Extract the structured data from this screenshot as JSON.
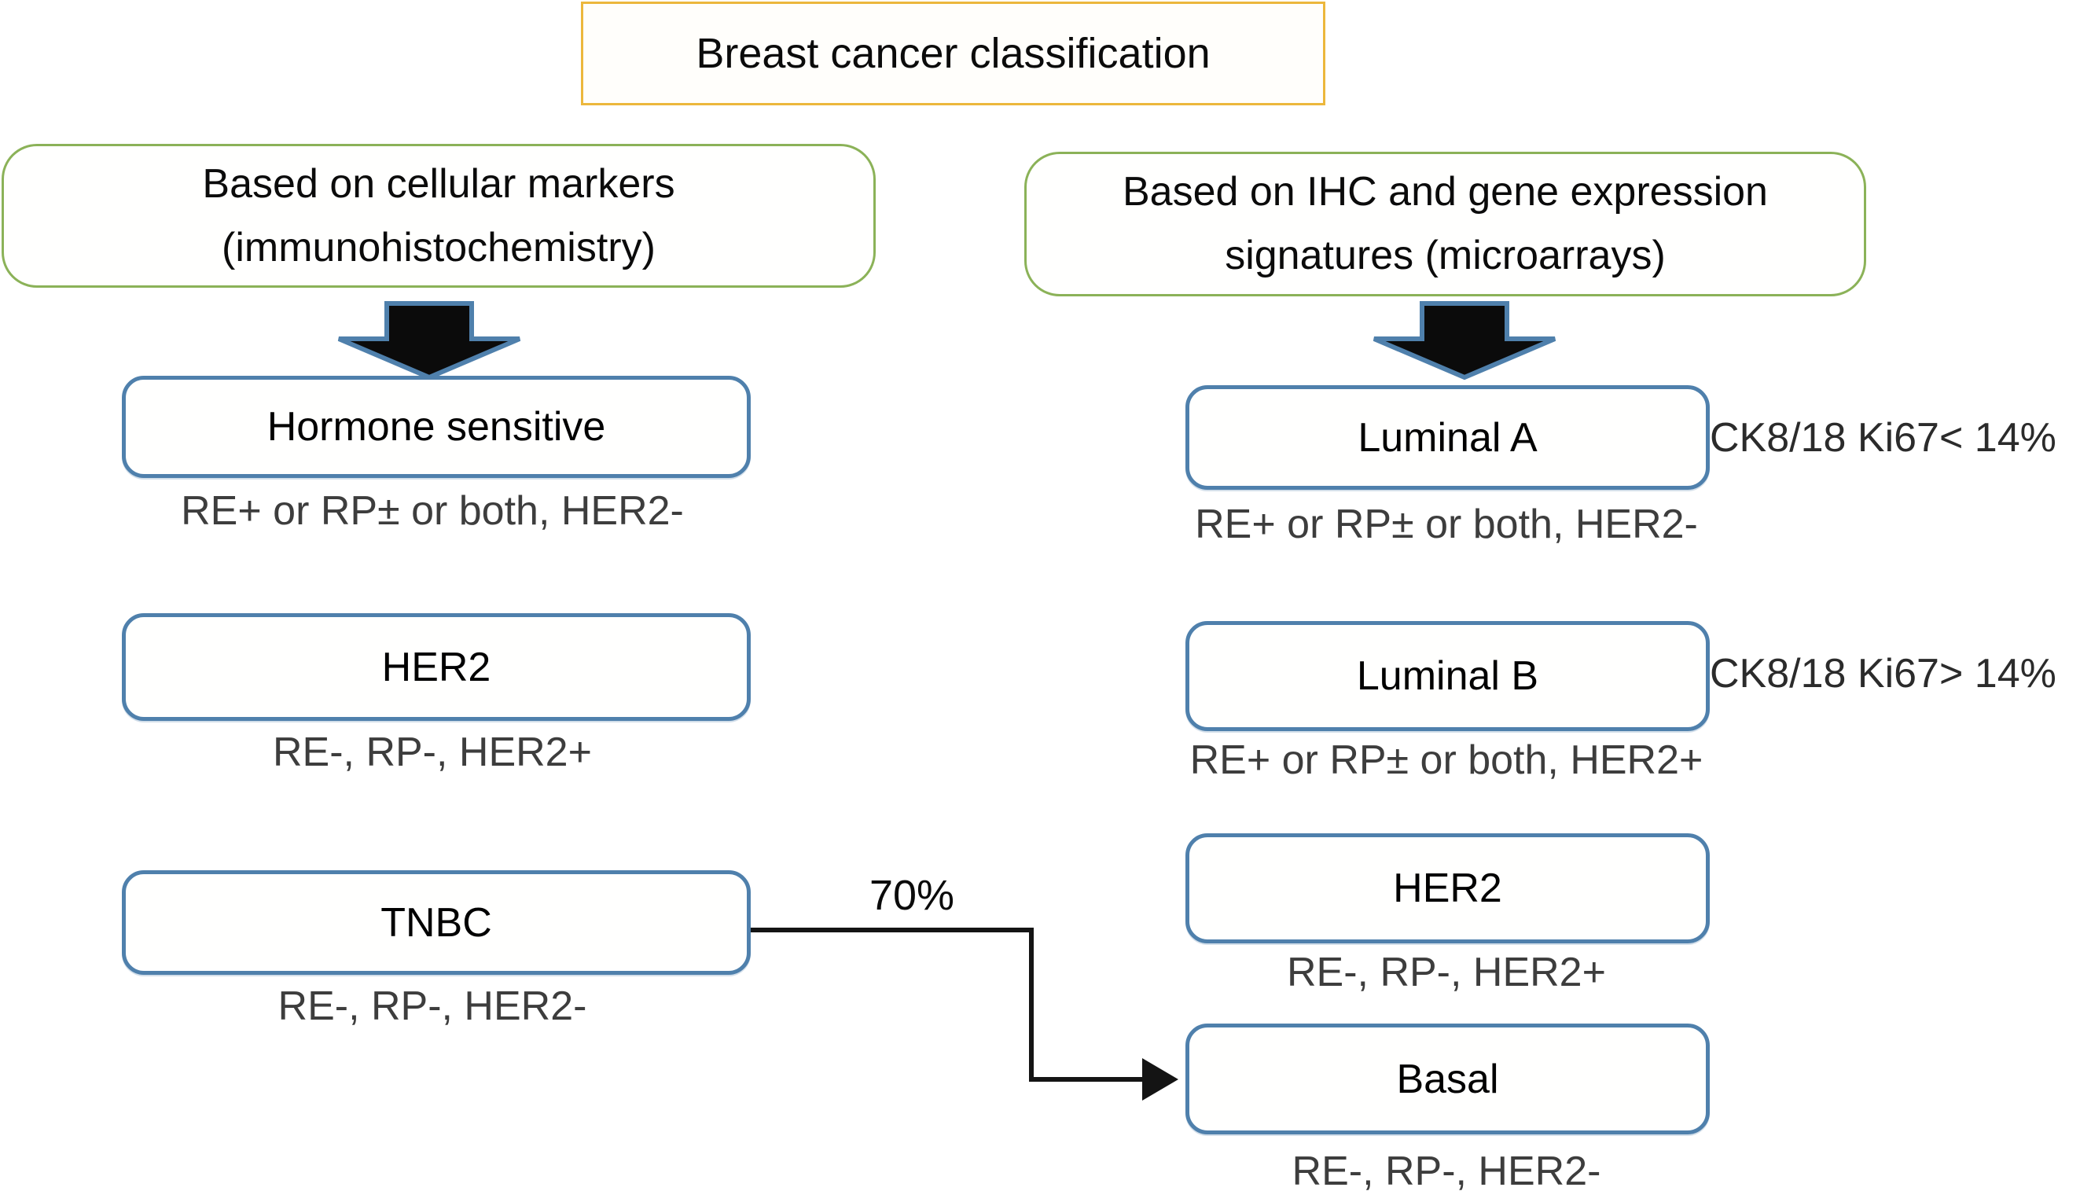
{
  "title": "Breast cancer classification",
  "headers": {
    "left": {
      "line1": "Based on cellular markers",
      "line2": "(immunohistochemistry)"
    },
    "right": {
      "line1": "Based on IHC and gene expression",
      "line2": "signatures (microarrays)"
    }
  },
  "left_column": [
    {
      "label": "Hormone sensitive",
      "criteria": "RE+ or RP± or both, HER2-"
    },
    {
      "label": "HER2",
      "criteria": "RE-, RP-, HER2+"
    },
    {
      "label": "TNBC",
      "criteria": "RE-, RP-, HER2-"
    }
  ],
  "right_column": [
    {
      "label": "Luminal A",
      "criteria": "RE+ or RP± or both, HER2-",
      "note": "CK8/18 Ki67< 14%"
    },
    {
      "label": "Luminal B",
      "criteria": "RE+ or RP± or both, HER2+",
      "note": "CK8/18 Ki67> 14%"
    },
    {
      "label": "HER2",
      "criteria": "RE-, RP-, HER2+"
    },
    {
      "label": "Basal",
      "criteria": "RE-, RP-, HER2-"
    }
  ],
  "connector": {
    "label": "70%"
  },
  "colors": {
    "accent_blue": "#4F80AC",
    "accent_green": "#8BB258",
    "accent_gold": "#ECB73C",
    "arrow_fill": "#0B0B0B",
    "text_gray": "#3D3D3D",
    "line_black": "#141414"
  }
}
